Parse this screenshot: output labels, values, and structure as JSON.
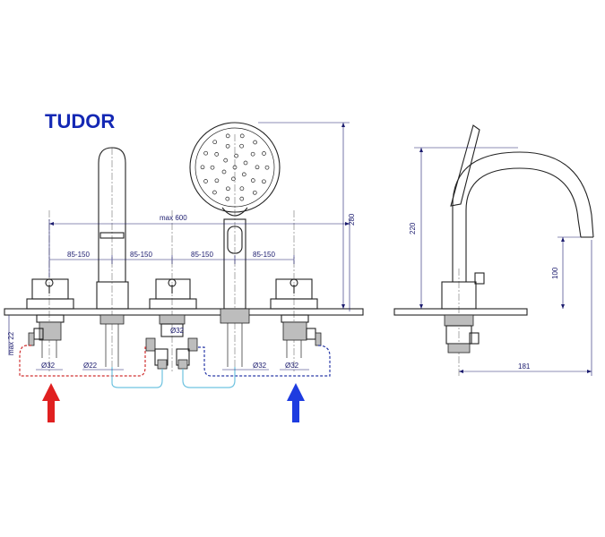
{
  "title": "TUDOR",
  "dimensions": {
    "max_width": "max 600",
    "spacing_1": "85-150",
    "spacing_2": "85-150",
    "spacing_3": "85-150",
    "spacing_4": "85-150",
    "height_front": "280",
    "height_side": "220",
    "spout_height": "100",
    "depth": "181",
    "max_thickness": "max 22",
    "dia_32_left": "Ø32",
    "dia_22": "Ø22",
    "dia_32_valve": "Ø32",
    "dia_32_right_a": "Ø32",
    "dia_32_right_b": "Ø32"
  },
  "colors": {
    "hot": "#e02020",
    "cold": "#1e3ce0",
    "hot_pipe": "#d03030",
    "cold_pipe": "#2a3aa8",
    "mix_pipe": "#6fc3e0",
    "dimension": "#1b1b6e",
    "title": "#1428b4"
  },
  "icons": {
    "hot_inlet": "red-up-arrow-icon",
    "cold_inlet": "blue-up-arrow-icon"
  }
}
